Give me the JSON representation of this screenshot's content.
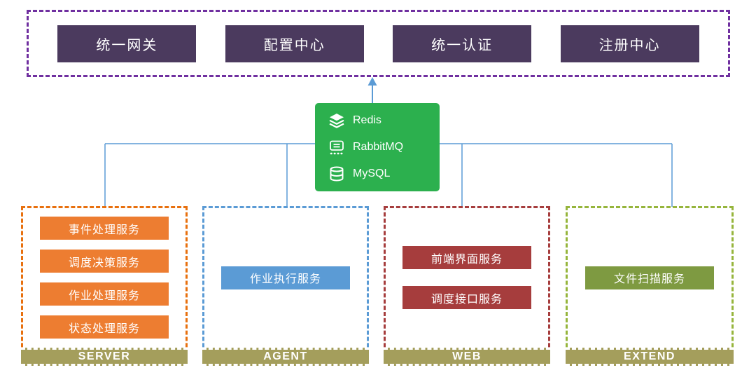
{
  "top_group": {
    "boxes": [
      {
        "label": "统一网关"
      },
      {
        "label": "配置中心"
      },
      {
        "label": "统一认证"
      },
      {
        "label": "注册中心"
      }
    ]
  },
  "middleware": {
    "items": [
      {
        "icon": "redis-icon",
        "label": "Redis"
      },
      {
        "icon": "rabbitmq-icon",
        "label": "RabbitMQ"
      },
      {
        "icon": "mysql-icon",
        "label": "MySQL"
      }
    ]
  },
  "groups": [
    {
      "label": "SERVER",
      "services": [
        "事件处理服务",
        "调度决策服务",
        "作业处理服务",
        "状态处理服务"
      ]
    },
    {
      "label": "AGENT",
      "services": [
        "作业执行服务"
      ]
    },
    {
      "label": "WEB",
      "services": [
        "前端界面服务",
        "调度接口服务"
      ]
    },
    {
      "label": "EXTEND",
      "services": [
        "文件扫描服务"
      ]
    }
  ],
  "colors": {
    "top_frame_border": "#7030A0",
    "top_box_fill": "#4B3A5E",
    "middleware_fill": "#2CB04E",
    "connector_line": "#5B9BD5",
    "server_accent": "#ED7D31",
    "agent_accent": "#5B9BD5",
    "web_accent": "#A63D3D",
    "extend_fill": "#7E9A41",
    "extend_border": "#96B53C",
    "group_bar_fill": "#A49E5C"
  }
}
